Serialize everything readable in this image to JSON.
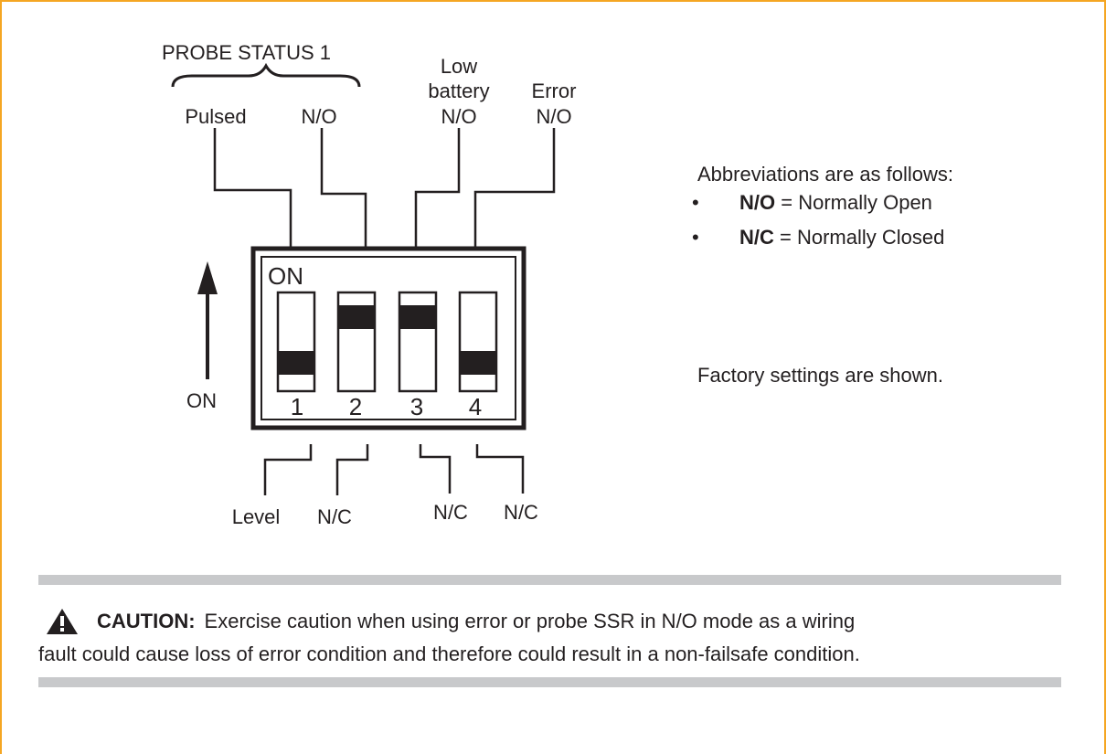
{
  "diagram": {
    "top_group_label": "PROBE STATUS 1",
    "top_labels": {
      "switch1": "Pulsed",
      "switch2": "N/O",
      "switch3_line1": "Low",
      "switch3_line2": "battery",
      "switch3_line3": "N/O",
      "switch4_line1": "Error",
      "switch4_line2": "N/O"
    },
    "bottom_labels": {
      "switch1": "Level",
      "switch2": "N/C",
      "switch3": "N/C",
      "switch4": "N/C"
    },
    "on_arrow_label": "ON",
    "panel_on_label": "ON",
    "switch_numbers": [
      "1",
      "2",
      "3",
      "4"
    ],
    "switch_positions": [
      "off",
      "on",
      "on",
      "off"
    ]
  },
  "abbreviations": {
    "heading": "Abbreviations are as follows:",
    "items": [
      {
        "bullet": "•",
        "term": "N/O",
        "sep": " = ",
        "meaning": "Normally Open"
      },
      {
        "bullet": "•",
        "term": "N/C",
        "sep": " = ",
        "meaning": "Normally Closed"
      }
    ]
  },
  "factory_note": "Factory settings are shown.",
  "caution": {
    "label": "CAUTION:",
    "text_line1": "Exercise caution when using error or probe SSR in N/O mode as a wiring",
    "text_line2": "fault could cause loss of error condition and therefore could result in a non-failsafe condition."
  },
  "colors": {
    "frame": "#f5a623",
    "ink": "#231f20",
    "divider": "#c8c9cb"
  }
}
